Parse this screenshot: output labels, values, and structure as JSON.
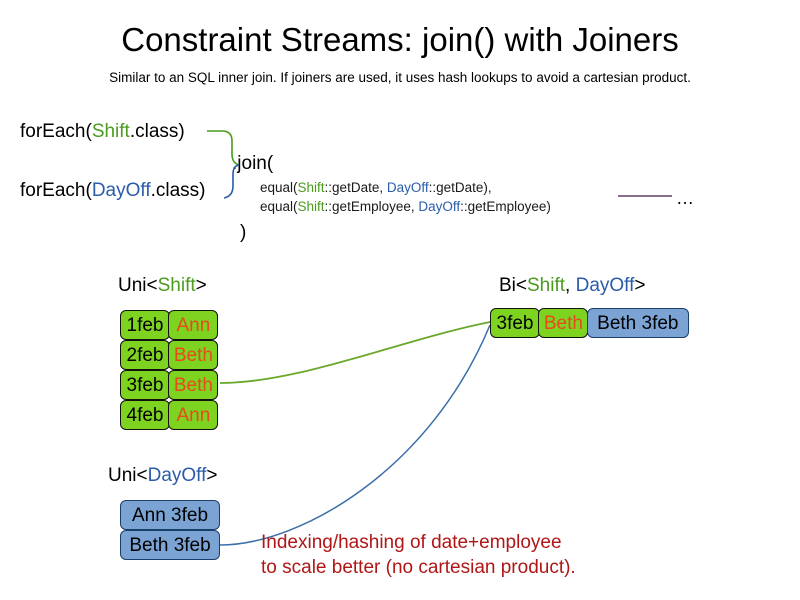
{
  "header": {
    "title": "Constraint Streams: join() with Joiners",
    "subtitle": "Similar to an SQL inner join. If joiners are used, it uses hash lookups to avoid a cartesian product."
  },
  "code": {
    "foreach_shift": {
      "prefix": "forEach(",
      "type": "Shift",
      "suffix": ".class)"
    },
    "foreach_dayoff": {
      "prefix": "forEach(",
      "type": "DayOff",
      "suffix": ".class)"
    },
    "join_open": ".join(",
    "join_close": ")",
    "joiner_1": {
      "prefix": "equal(",
      "left_type": "Shift",
      "left_ref": "::getDate, ",
      "right_type": "DayOff",
      "right_ref": "::getDate),"
    },
    "joiner_2": {
      "prefix": "equal(",
      "left_type": "Shift",
      "left_ref": "::getEmployee, ",
      "right_type": "DayOff",
      "right_ref": "::getEmployee)"
    },
    "ellipsis": "…"
  },
  "streams": {
    "uni_shift": {
      "label": {
        "prefix": "Uni<",
        "type": "Shift",
        "suffix": ">"
      },
      "rows": [
        {
          "date": "1feb",
          "employee": "Ann"
        },
        {
          "date": "2feb",
          "employee": "Beth"
        },
        {
          "date": "3feb",
          "employee": "Beth"
        },
        {
          "date": "4feb",
          "employee": "Ann"
        }
      ]
    },
    "uni_dayoff": {
      "label": {
        "prefix": "Uni<",
        "type": "DayOff",
        "suffix": ">"
      },
      "rows": [
        {
          "text": "Ann 3feb"
        },
        {
          "text": "Beth 3feb"
        }
      ]
    },
    "bi": {
      "label": {
        "prefix": "Bi<",
        "type_a": "Shift",
        "separator": ", ",
        "type_b": "DayOff",
        "suffix": ">"
      },
      "row": {
        "date": "3feb",
        "employee": "Beth",
        "dayoff": "Beth 3feb"
      }
    }
  },
  "annotation": {
    "line1": "Indexing/hashing of date+employee",
    "line2": "to scale better (no cartesian product)."
  },
  "colors": {
    "shift_green": "#4a9b1e",
    "dayoff_blue": "#2a5caa",
    "box_green": "#7ed321",
    "box_blue": "#7ba3d4",
    "name_orange": "#e8491d",
    "annotation_red": "#b01616",
    "ellipsis_line_purple": "#7a5a78"
  }
}
